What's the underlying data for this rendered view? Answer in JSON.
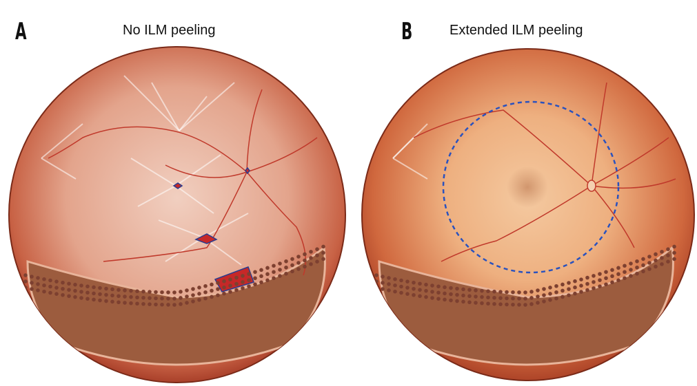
{
  "panels": [
    {
      "letter": "A",
      "title": "No ILM peeling"
    },
    {
      "letter": "B",
      "title": "Extended ILM peeling"
    }
  ],
  "colors": {
    "retina_outer": "#b8492c",
    "retina_inner": "#f0c49c",
    "vessel": "#c0392b",
    "peel_border": "#2a52be",
    "lower_zone": "#9a5a3c"
  }
}
